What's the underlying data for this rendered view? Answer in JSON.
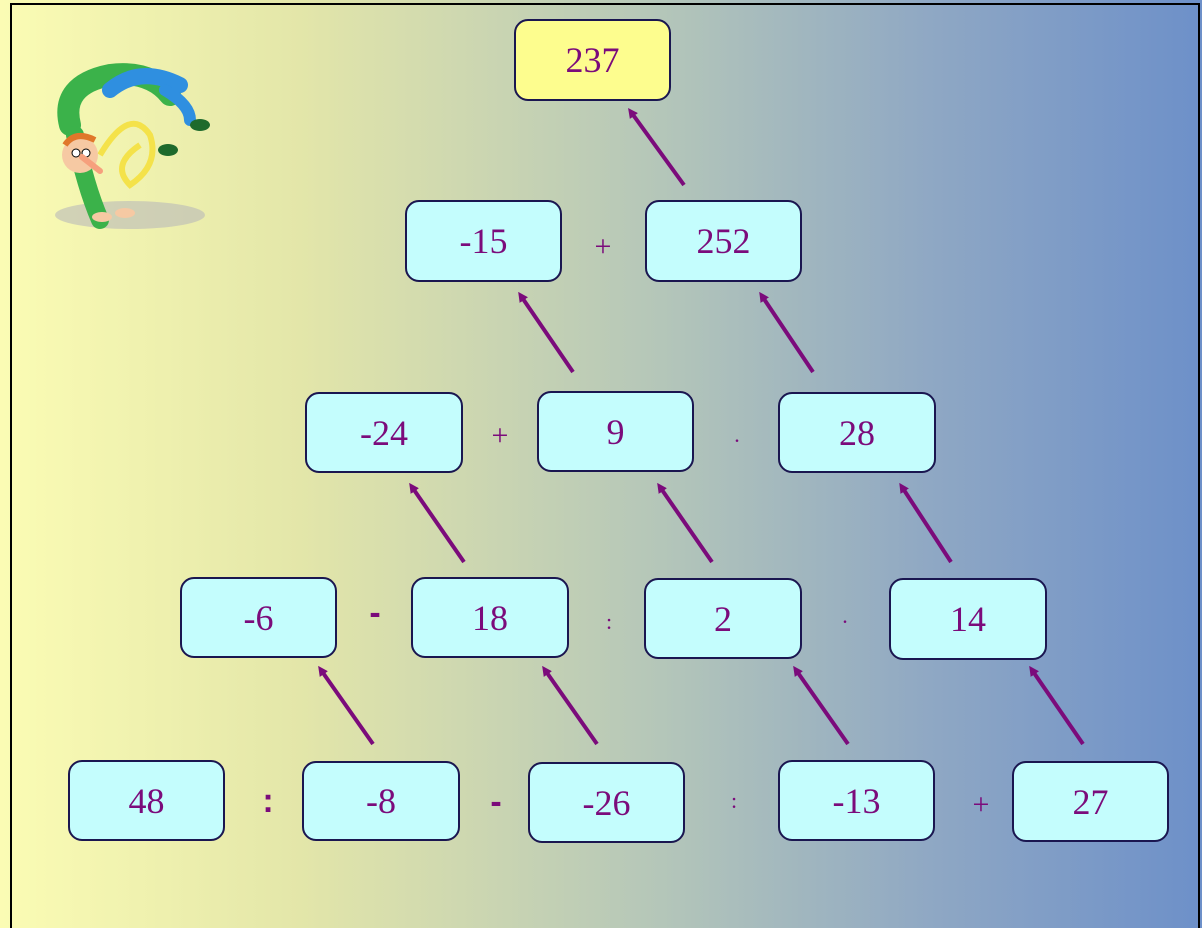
{
  "pyramid": {
    "row0": [
      "237"
    ],
    "row1": [
      "-15",
      "252"
    ],
    "row2": [
      "-24",
      "9",
      "28"
    ],
    "row3": [
      "-6",
      "18",
      "2",
      "14"
    ],
    "row4": [
      "48",
      "-8",
      "-26",
      "-13",
      "27"
    ]
  },
  "operators": {
    "row1": [
      "+"
    ],
    "row2": [
      "+",
      "."
    ],
    "row3": [
      "-",
      ":",
      "."
    ],
    "row4": [
      ":",
      "-",
      ":",
      "+"
    ]
  },
  "colors": {
    "box_fill": "#c4fdfd",
    "top_box_fill": "#fdfd8e",
    "box_border": "#1a1650",
    "text": "#7b0b7b",
    "arrow": "#7b0b7b"
  },
  "icons": [
    "cartoon-acrobat-icon"
  ]
}
